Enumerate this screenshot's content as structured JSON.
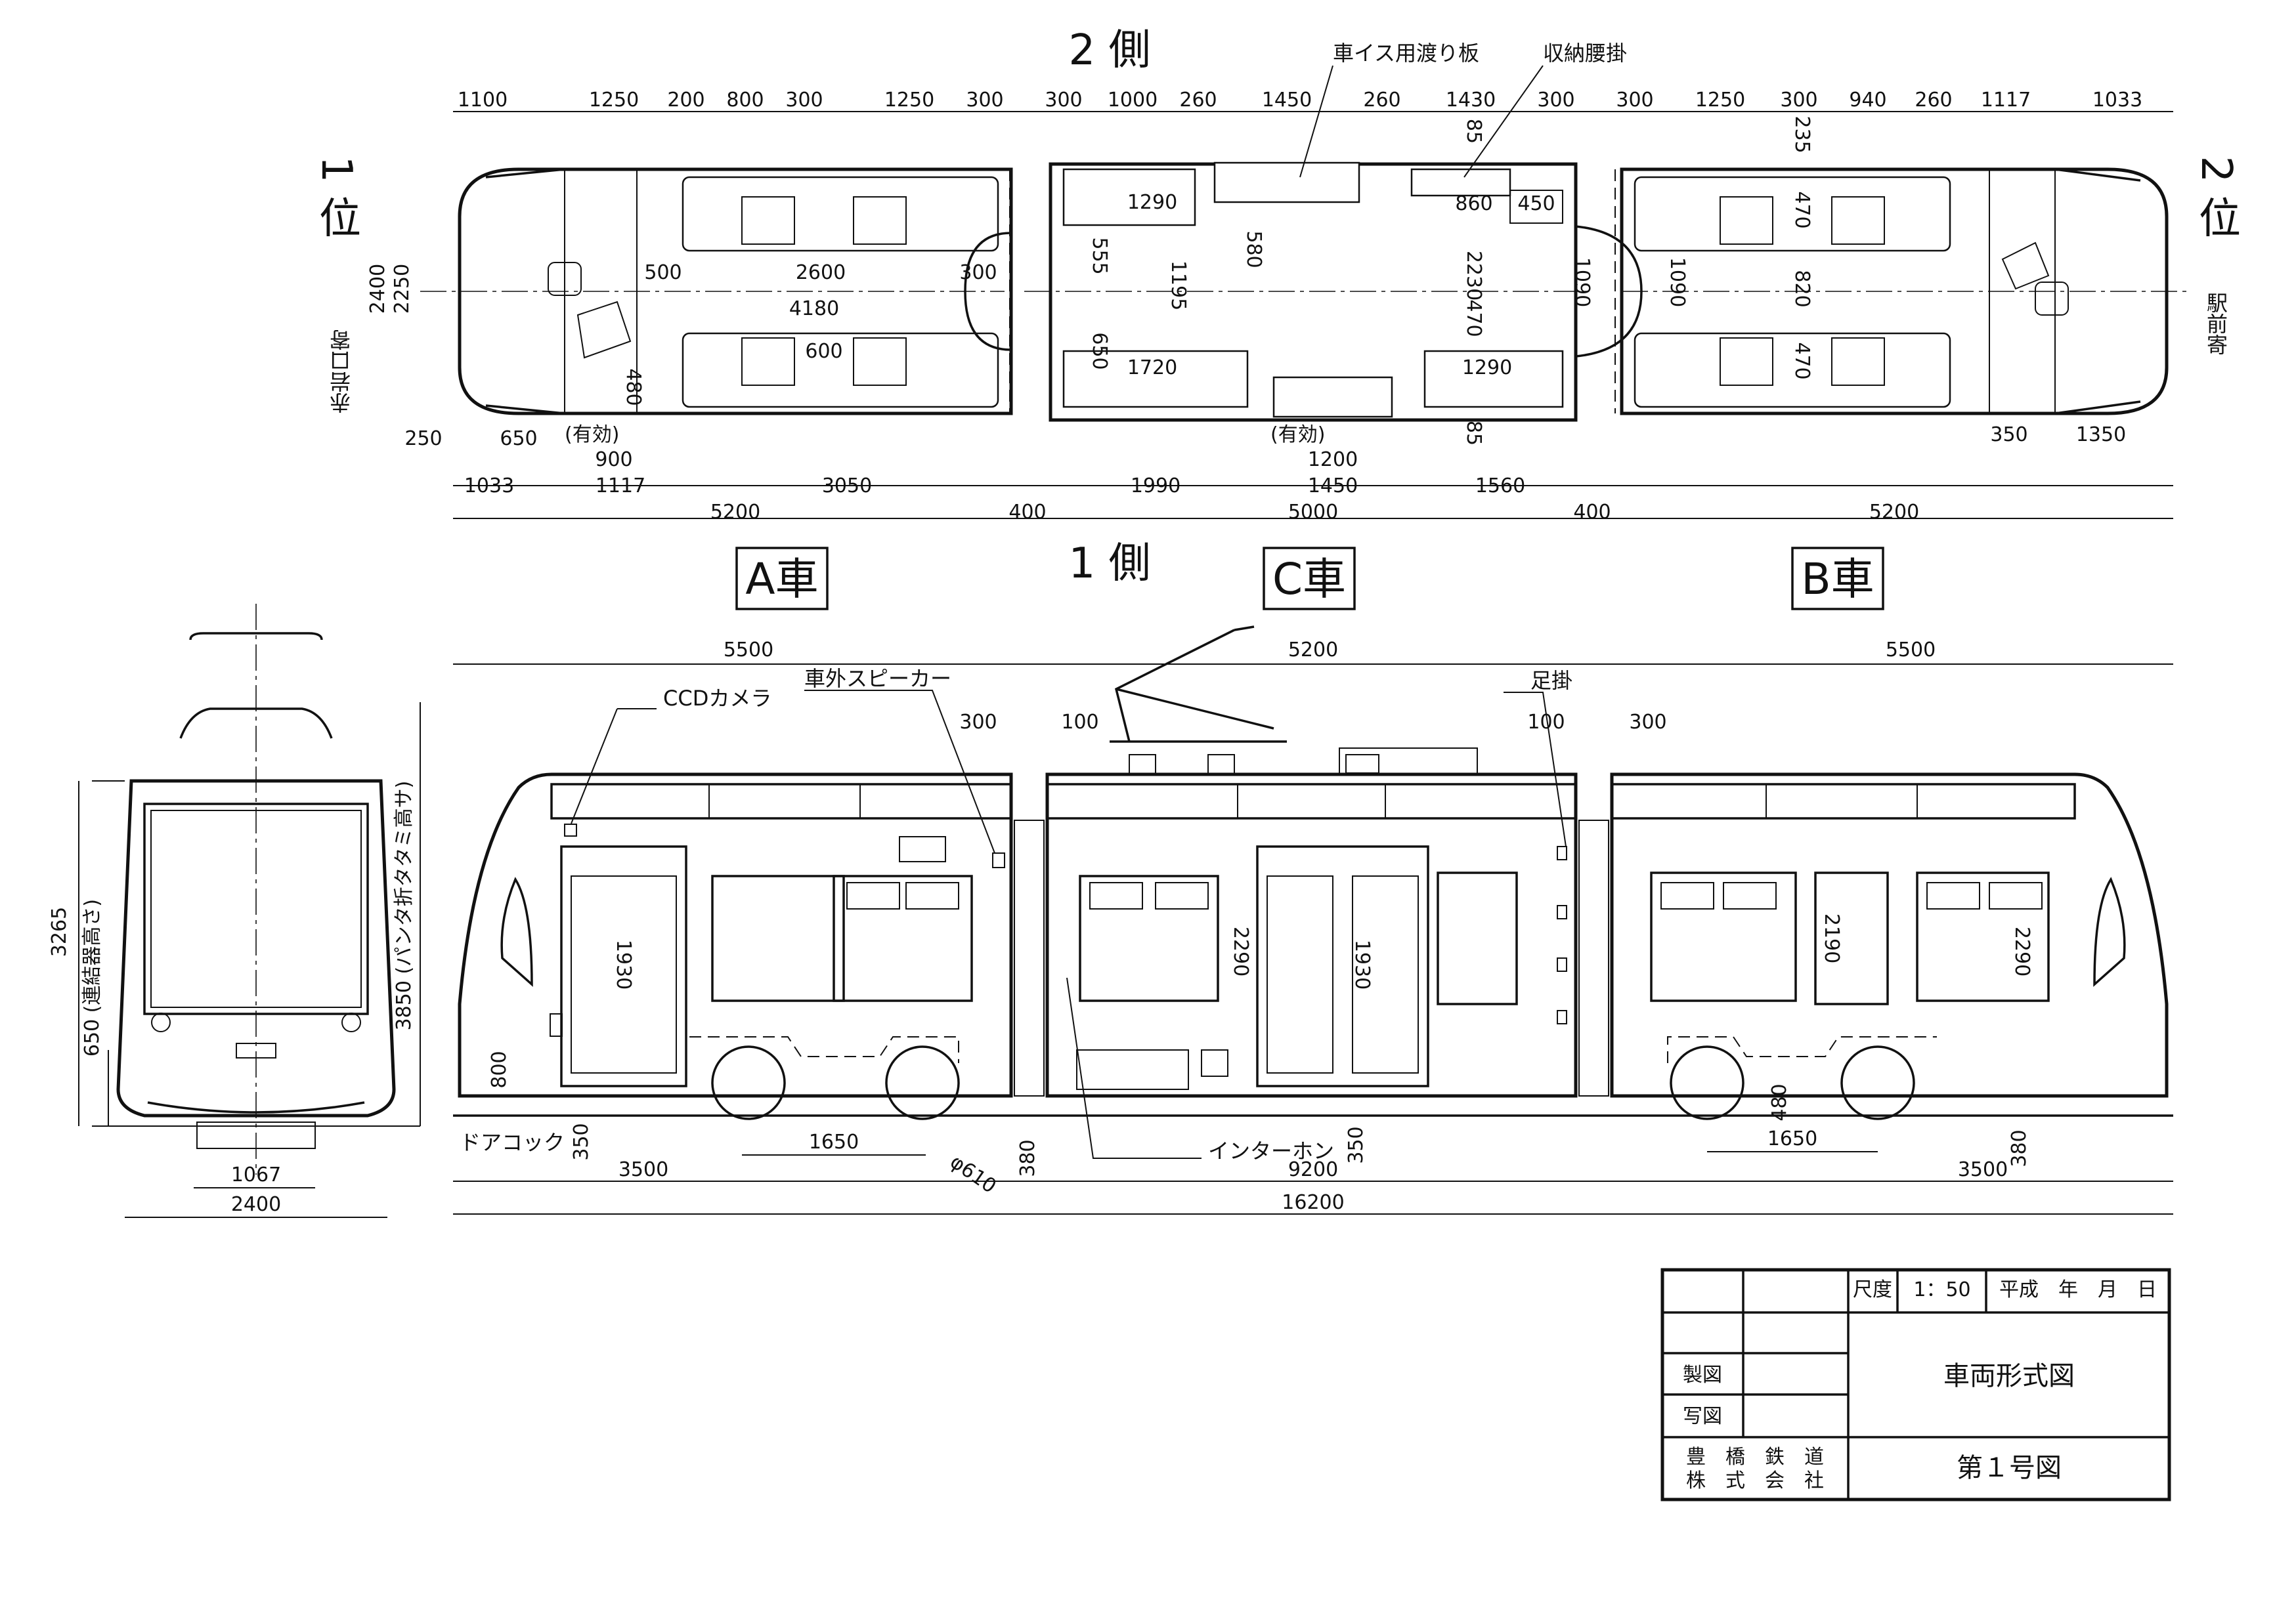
{
  "title_block": {
    "scale_label": "尺度",
    "scale": "1：50",
    "date": "平成　年　月　日",
    "drawn_label": "製図",
    "copied_label": "写図",
    "company": "豊　橋　鉄　道\n株　式　会　社",
    "drawing_title": "車両形式図",
    "drawing_number": "第１号図"
  },
  "plan_view": {
    "side_top": "2 側",
    "side_bottom": "1 側",
    "end_left": "1 位",
    "end_right": "2 位",
    "end_left_note": "赤岩口寄",
    "end_right_note": "駅前寄",
    "note_wheelchair_plate": "車イス用渡り板",
    "note_storage_seat": "収納腰掛",
    "effective_a": "(有効)",
    "effective_c": "(有効)",
    "top_dims": [
      "1100",
      "1250",
      "200",
      "800",
      "300",
      "1250",
      "300",
      "300",
      "1000",
      "260",
      "1450",
      "260",
      "1430",
      "300",
      "300",
      "1250",
      "300",
      "940",
      "260",
      "1117",
      "1033"
    ],
    "interior_dims": [
      "1290",
      "555",
      "1195",
      "650",
      "1720",
      "580",
      "2230",
      "470",
      "1290",
      "860",
      "450",
      "1090",
      "1090",
      "235",
      "470",
      "820",
      "470",
      "500",
      "2600",
      "300",
      "4180",
      "600",
      "480",
      "2400",
      "2250",
      "85",
      "85"
    ],
    "bottom_dims": [
      "250",
      "650",
      "900",
      "1200",
      "350",
      "1350",
      "1033",
      "1117",
      "3050",
      "1990",
      "1450",
      "1560",
      "5200",
      "400",
      "5000",
      "400",
      "5200"
    ]
  },
  "cars": {
    "a": "A車",
    "c": "C車",
    "b": "B車"
  },
  "side_view": {
    "ccd_camera": "CCDカメラ",
    "speaker": "車外スピーカー",
    "footstep": "足掛",
    "door_cock": "ドアコック",
    "intercom": "インターホン",
    "wheel": "φ610",
    "dims": [
      "5500",
      "5200",
      "5500",
      "300",
      "100",
      "100",
      "300",
      "1930",
      "2290",
      "1930",
      "2190",
      "2290",
      "800",
      "350",
      "380",
      "350",
      "380",
      "480",
      "1650",
      "1650",
      "3500",
      "9200",
      "3500",
      "16200"
    ]
  },
  "front_view": {
    "h_total": "3265",
    "h_coupler": "650 (連結器高さ)",
    "h_pantograph": "3850 (パンタ折タタミ高サ)",
    "gauge": "1067",
    "width": "2400"
  }
}
